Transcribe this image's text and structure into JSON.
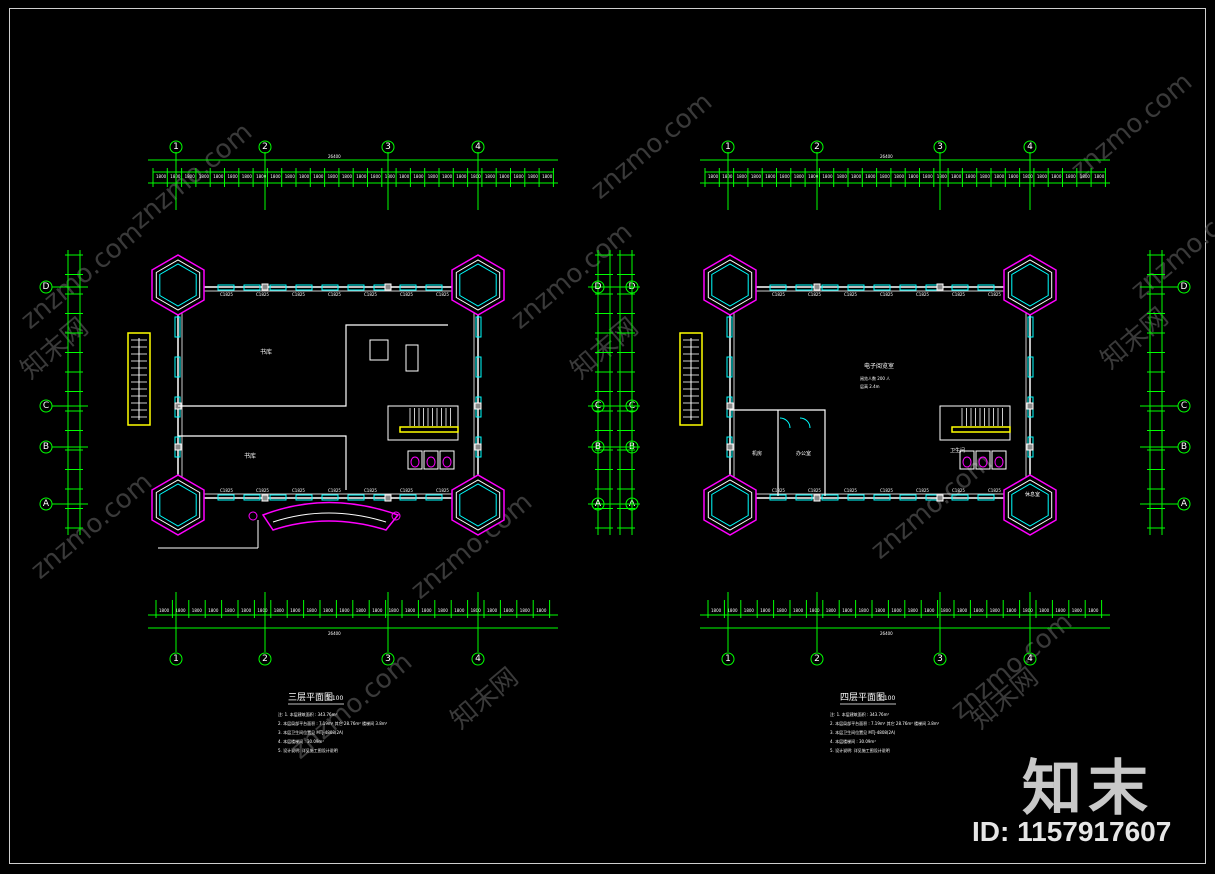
{
  "colors": {
    "background": "#000000",
    "dimension": "#00ff00",
    "wall": "#ffffff",
    "window": "#00ffff",
    "column": "#ff00ff",
    "stair": "#ffff00",
    "text": "#ffffff"
  },
  "axes": {
    "vertical": [
      "1",
      "2",
      "3",
      "4"
    ],
    "horizontal": [
      "A",
      "B",
      "C",
      "D"
    ]
  },
  "plans": [
    {
      "title": "三层平面图",
      "scale": "1:100",
      "rooms": [
        "书库",
        "书库"
      ],
      "window_labels": [
        "C1825",
        "C1825",
        "C1825",
        "C1825",
        "C1825",
        "C1825",
        "C1825"
      ],
      "notes": [
        "注: 1. 本层建筑面积 : 343.76m²",
        "2. 本层局部平台面积 : 7.19m² 其它 28.76m² 楼梯间 3.8m²",
        "3. 本层卫生间位置见 MTJ-4808(2A)",
        "4. 本层楼梯间 : 30.09m²",
        "5. 设计说明: 详见施工图设计说明"
      ]
    },
    {
      "title": "四层平面图",
      "scale": "1:100",
      "rooms": [
        "电子阅览室",
        "机房",
        "办公室",
        "卫生间",
        "休息室"
      ],
      "area_text": [
        "阅览人数 200 人",
        "层高 2.4m"
      ],
      "window_labels": [
        "C1825",
        "C1825",
        "C1825",
        "C1825",
        "C1825",
        "C1825",
        "C1825"
      ],
      "notes": [
        "注: 1. 本层建筑面积 : 343.76m²",
        "2. 本层局部平台面积 : 7.19m² 其它 28.76m² 楼梯间 3.8m²",
        "3. 本层卫生间位置见 MTJ-4808(2A)",
        "4. 本层楼梯间 : 30.09m²",
        "5. 设计说明: 详见施工图设计说明"
      ]
    }
  ],
  "watermark": {
    "site": "znzmo.com",
    "brand_cn": "知末网"
  },
  "logo": {
    "text": "知末",
    "id": "ID: 1157917607"
  }
}
